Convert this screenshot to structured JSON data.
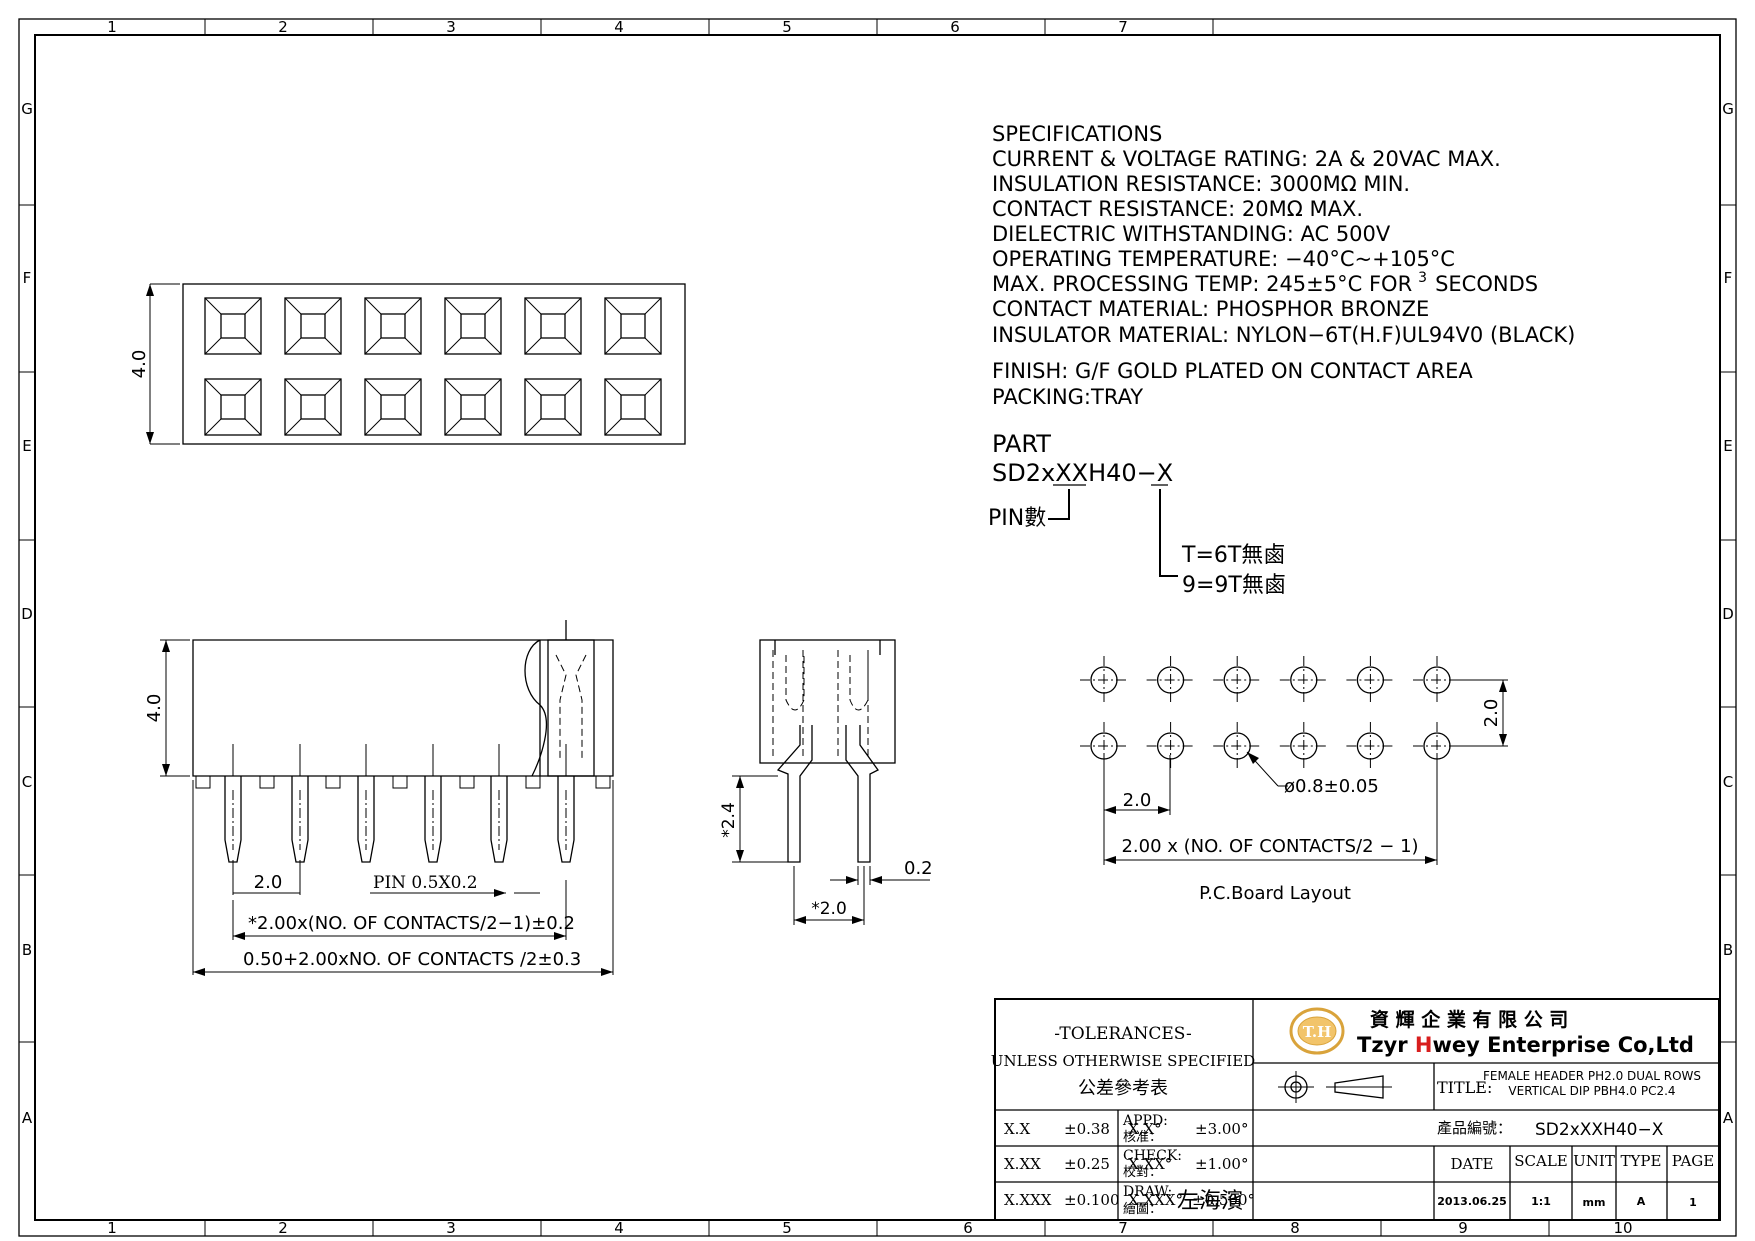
{
  "frame": {
    "col_labels_top": [
      "1",
      "2",
      "3",
      "4",
      "5",
      "6",
      "7"
    ],
    "col_labels_bottom": [
      "1",
      "2",
      "3",
      "4",
      "5",
      "6",
      "7",
      "8",
      "9",
      "10"
    ],
    "row_labels": [
      "G",
      "F",
      "E",
      "D",
      "C",
      "B",
      "A"
    ]
  },
  "specs": {
    "lines": [
      "SPECIFICATIONS",
      "CURRENT & VOLTAGE RATING: 2A & 20VAC MAX.",
      "INSULATION RESISTANCE: 3000MΩ MIN.",
      "CONTACT RESISTANCE: 20MΩ MAX.",
      "DIELECTRIC WITHSTANDING: AC 500V",
      "OPERATING TEMPERATURE: −40°C~+105°C",
      "MAX. PROCESSING TEMP: 245±5°C FOR",
      "CONTACT MATERIAL: PHOSPHOR BRONZE",
      "INSULATOR MATERIAL: NYLON−6T(H.F)UL94V0 (BLACK)"
    ],
    "processing_superscript": "3",
    "processing_tail": "SECONDS",
    "finish": "FINISH: G/F GOLD PLATED ON CONTACT AREA",
    "packing": "PACKING:TRAY"
  },
  "part": {
    "label": "PART",
    "number": "SD2xXXH40−X",
    "pin_label": "PIN數",
    "option_t": "T=6T無鹵",
    "option_9": "9=9T無鹵"
  },
  "top_view": {
    "height_dim": "4.0"
  },
  "front_view": {
    "height_dim": "4.0",
    "pitch_dim": "2.0",
    "pin_note": "PIN 0.5X0.2",
    "pitch_total": "*2.00x(NO. OF CONTACTS/2−1)±0.2",
    "overall": "0.50+2.00xNO. OF CONTACTS /2±0.3"
  },
  "side_view": {
    "tail_dim": "*2.4",
    "thickness_dim": "0.2",
    "row_pitch": "*2.0"
  },
  "pcb": {
    "row_pitch": "2.0",
    "col_pitch": "2.0",
    "hole": "ø0.8±0.05",
    "span": "2.00 x (NO. OF CONTACTS/2 − 1)",
    "caption": "P.C.Board Layout"
  },
  "title_block": {
    "tol_title": "-TOLERANCES-",
    "tol_sub": "UNLESS OTHERWISE SPECIFIED",
    "tol_cn": "公差參考表",
    "tol_rows": [
      {
        "lin": "X.X",
        "lin_val": "±0.38",
        "ang": "X.X°",
        "ang_val": "±3.00°"
      },
      {
        "lin": "X.XX",
        "lin_val": "±0.25",
        "ang": "X.XX°",
        "ang_val": "±1.00°"
      },
      {
        "lin": "X.XXX",
        "lin_val": "±0.100",
        "ang": "X.XXX°",
        "ang_val": "±0.500°"
      }
    ],
    "logo_text": "T.H",
    "company_cn": "資 輝 企 業 有 限 公 司",
    "company_en_1": "Tzyr ",
    "company_en_h": "H",
    "company_en_2": "wey Enterprise Co,Ltd",
    "title_label": "TITLE:",
    "title_line1": "FEMALE HEADER PH2.0 DUAL ROWS",
    "title_line2": "VERTICAL DIP PBH4.0 PC2.4",
    "appd": "APPD:",
    "appd_cn": "核准：",
    "check": "CHECK:",
    "check_cn": "校對：",
    "draw": "DRAW:",
    "draw_cn": "繪圖：",
    "drawer": "左海濱",
    "partno_label": "產品編號：",
    "partno": "SD2xXXH40−X",
    "date_label": "DATE",
    "scale_label": "SCALE",
    "unit_label": "UNIT",
    "type_label": "TYPE",
    "page_label": "PAGE",
    "date": "2013.06.25",
    "scale": "1:1",
    "unit": "mm",
    "type": "A",
    "page": "1",
    "accent_red": "#d81e1e",
    "logo_gold": "#d9a33b"
  }
}
